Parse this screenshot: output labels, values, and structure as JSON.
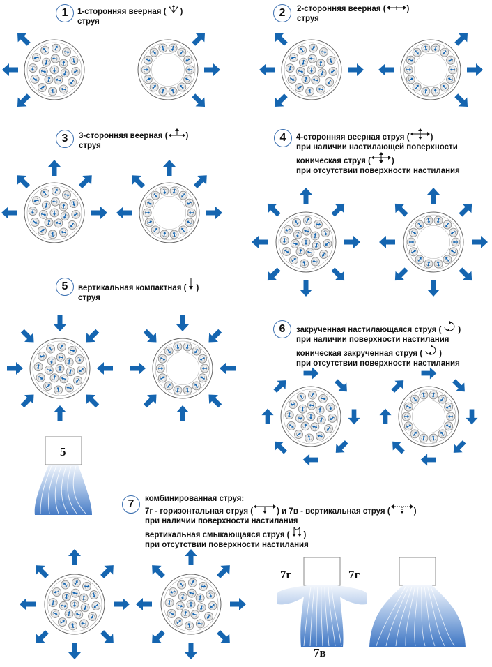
{
  "colors": {
    "arrow": "#1565b0",
    "ring_stroke": "#666666",
    "nozzle_stroke": "#888888",
    "jet_light": "#dce8f6",
    "jet_dark": "#4a7fc8"
  },
  "panels": [
    {
      "num": "1",
      "lines": [
        "1-сторонняя веерная",
        "струя"
      ],
      "icon": "fan-1-side-icon"
    },
    {
      "num": "2",
      "lines": [
        "2-сторонняя веерная",
        "струя"
      ],
      "icon": "fan-2-side-icon"
    },
    {
      "num": "3",
      "lines": [
        "3-сторонняя веерная",
        "струя"
      ],
      "icon": "fan-3-side-icon"
    },
    {
      "num": "4",
      "lines": [
        "4-сторонняя веерная струя",
        "при наличии настилающей поверхности",
        "коническая струя",
        "при отсутствии поверхности настилания"
      ],
      "icon": "fan-4-side-icon"
    },
    {
      "num": "5",
      "lines": [
        "вертикальная компактная",
        "струя"
      ],
      "icon": "vertical-jet-icon"
    },
    {
      "num": "6",
      "lines": [
        "закрученная настилающаяся струя",
        "при наличии поверхности настилания",
        "коническая закрученная струя",
        "при отсутствии поверхности настилания"
      ],
      "icon": "swirl-jet-icon"
    },
    {
      "num": "7",
      "lines": [
        "комбинированная струя:",
        "7г - горизонтальная струя",
        "и 7в - вертикальная струя",
        "при наличии поверхности настилания",
        "вертикальная смыкающаяся струя",
        "при отсутствии поверхности настилания"
      ],
      "icon": "combined-jet-icon"
    }
  ],
  "nozzle_labels": {
    "five": "5",
    "seven_h_left": "7г",
    "seven_h_right": "7г",
    "seven_v": "7в"
  }
}
